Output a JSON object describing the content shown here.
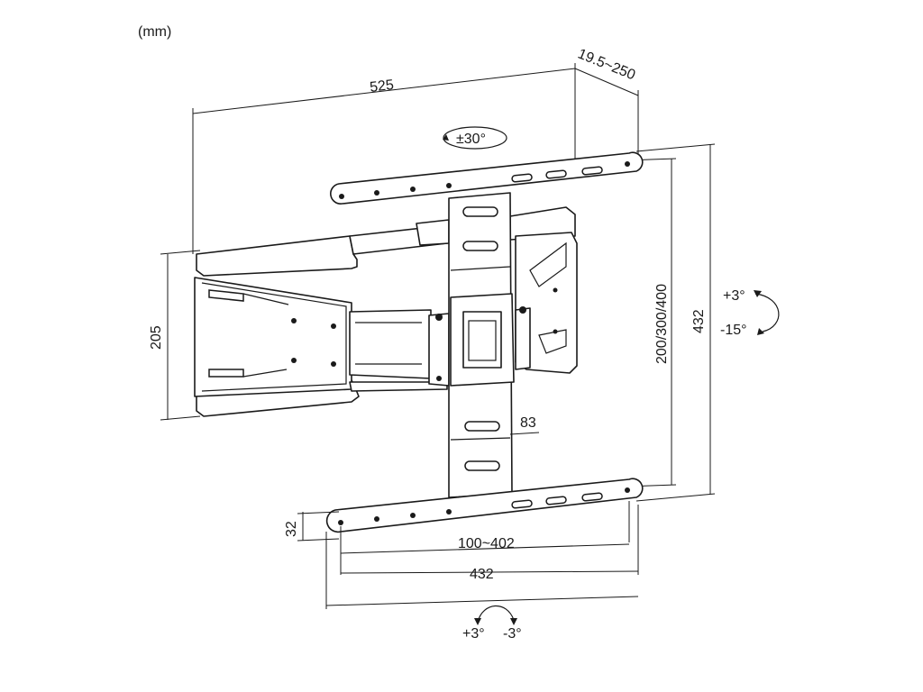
{
  "units": "(mm)",
  "dimensions": {
    "overall_width": "525",
    "depth_range": "19.5~250",
    "swivel": "±30°",
    "wall_plate_height": "205",
    "vesa_vertical": "200/300/400",
    "overall_height": "432",
    "tilt_up": "+3°",
    "tilt_down": "-15°",
    "arm_width": "83",
    "rail_height": "32",
    "vesa_horizontal": "100~402",
    "rail_length": "432",
    "level_plus": "+3°",
    "level_minus": "-3°"
  }
}
